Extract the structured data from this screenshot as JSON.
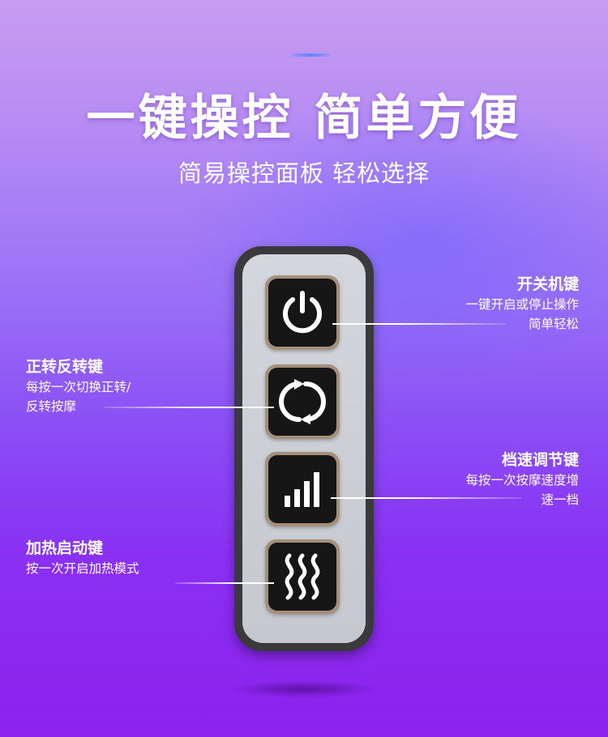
{
  "header": {
    "headline": "一键操控 简单方便",
    "subline": "简易操控面板 轻松选择"
  },
  "features": {
    "power": {
      "title": "开关机键",
      "desc_lines": [
        "一键开启或停止操作",
        "简单轻松"
      ]
    },
    "reverse": {
      "title": "正转反转键",
      "desc_lines": [
        "每按一次切换正转/",
        "反转按摩"
      ]
    },
    "speed": {
      "title": "档速调节键",
      "desc_lines": [
        "每按一次按摩速度增",
        "速一档"
      ]
    },
    "heat": {
      "title": "加热启动键",
      "desc_lines": [
        "按一次开启加热模式"
      ]
    }
  },
  "icons": {
    "power_button": "power-icon",
    "reverse_button": "rotate-icon",
    "speed_button": "signal-bars-icon",
    "heat_button": "heat-waves-icon"
  },
  "colors": {
    "background_top": "#c79cf1",
    "background_bottom": "#8d22ee",
    "panel_frame": "#3a3a3c",
    "panel_face": "#c5c8cf",
    "button_rim": "#a48f7a",
    "button_face": "#161616",
    "text": "#ffffff"
  }
}
